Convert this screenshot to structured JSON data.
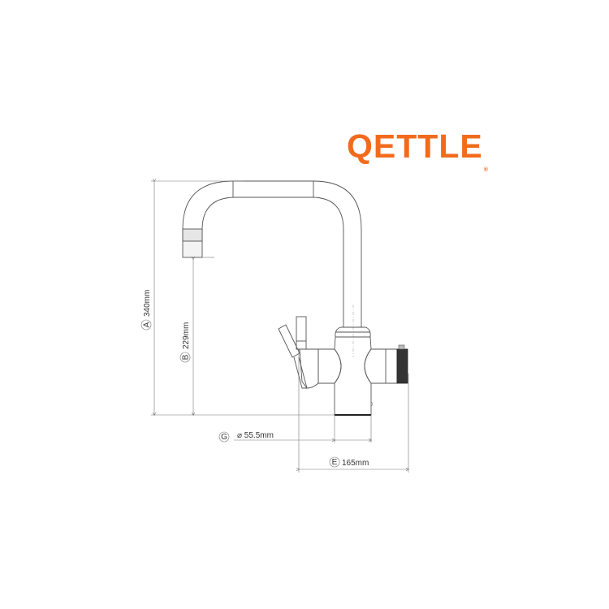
{
  "brand": {
    "logo": "QETTLE",
    "registered": "®",
    "color": "#f26b1d"
  },
  "dimensions": {
    "A": {
      "letter": "A",
      "value": "340mm"
    },
    "B": {
      "letter": "B",
      "value": "229mm"
    },
    "G": {
      "letter": "G",
      "value": "⌀ 55.5mm"
    },
    "E": {
      "letter": "E",
      "value": "165mm"
    }
  }
}
